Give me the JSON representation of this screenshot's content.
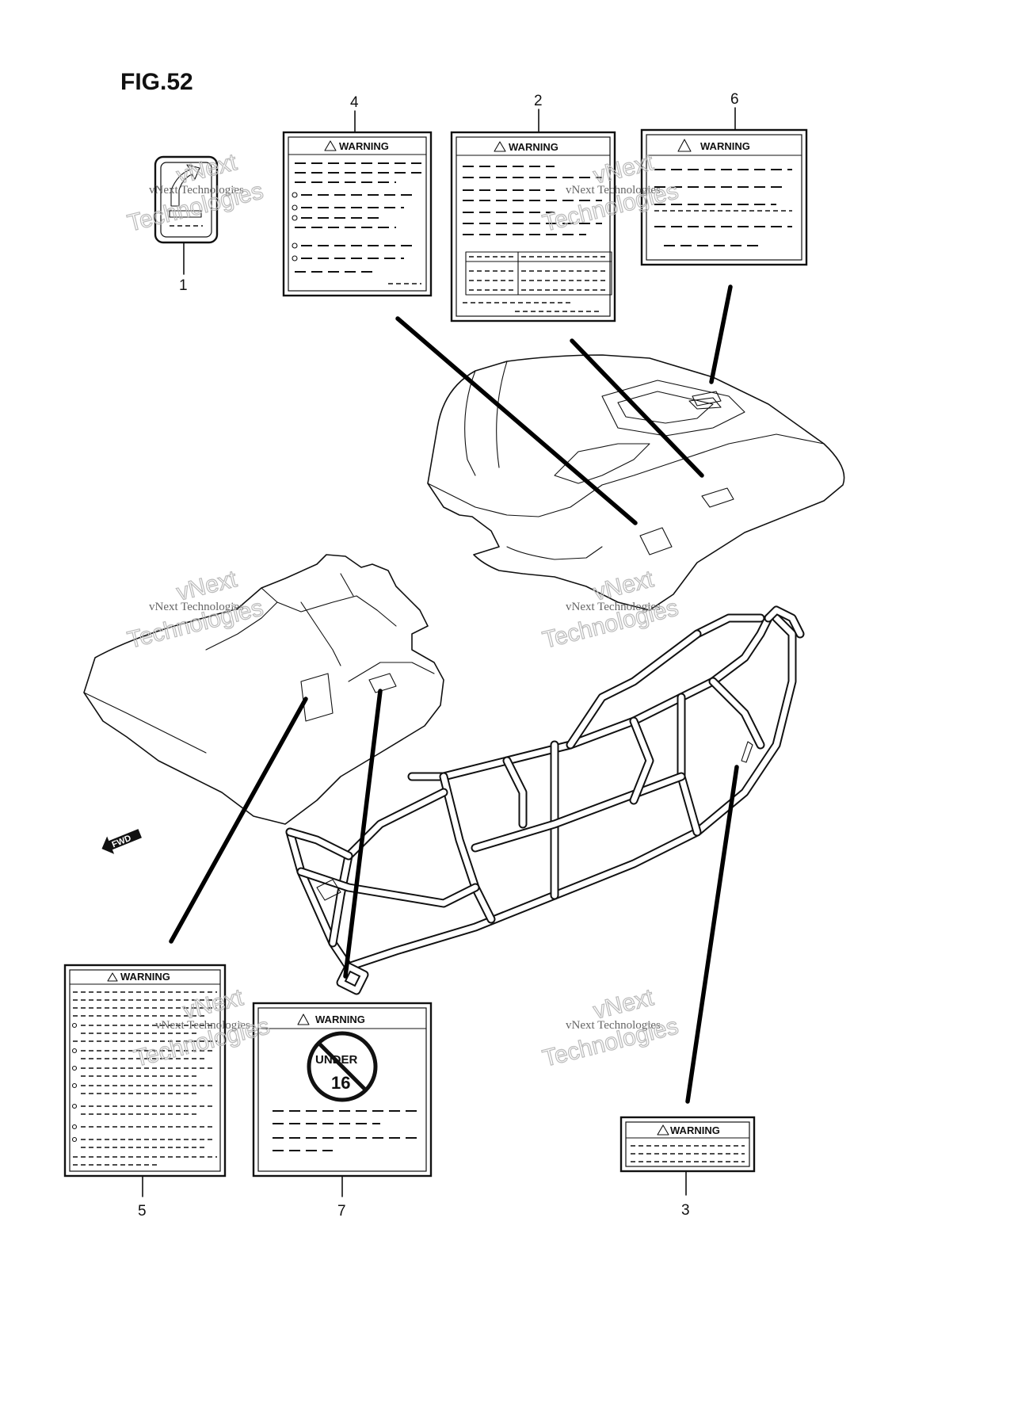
{
  "figure": {
    "title": "FIG.52"
  },
  "labels": {
    "warning_text": "WARNING",
    "under_text": "UNDER",
    "age_text": "16",
    "fwd_text": "FWD"
  },
  "callouts": [
    {
      "id": "1",
      "text": "1"
    },
    {
      "id": "2",
      "text": "2"
    },
    {
      "id": "3",
      "text": "3"
    },
    {
      "id": "4",
      "text": "4"
    },
    {
      "id": "5",
      "text": "5"
    },
    {
      "id": "6",
      "text": "6"
    },
    {
      "id": "7",
      "text": "7"
    }
  ],
  "watermark": {
    "line1": "vNext Technologies",
    "line2": "vNext",
    "line3": "Technologies"
  }
}
